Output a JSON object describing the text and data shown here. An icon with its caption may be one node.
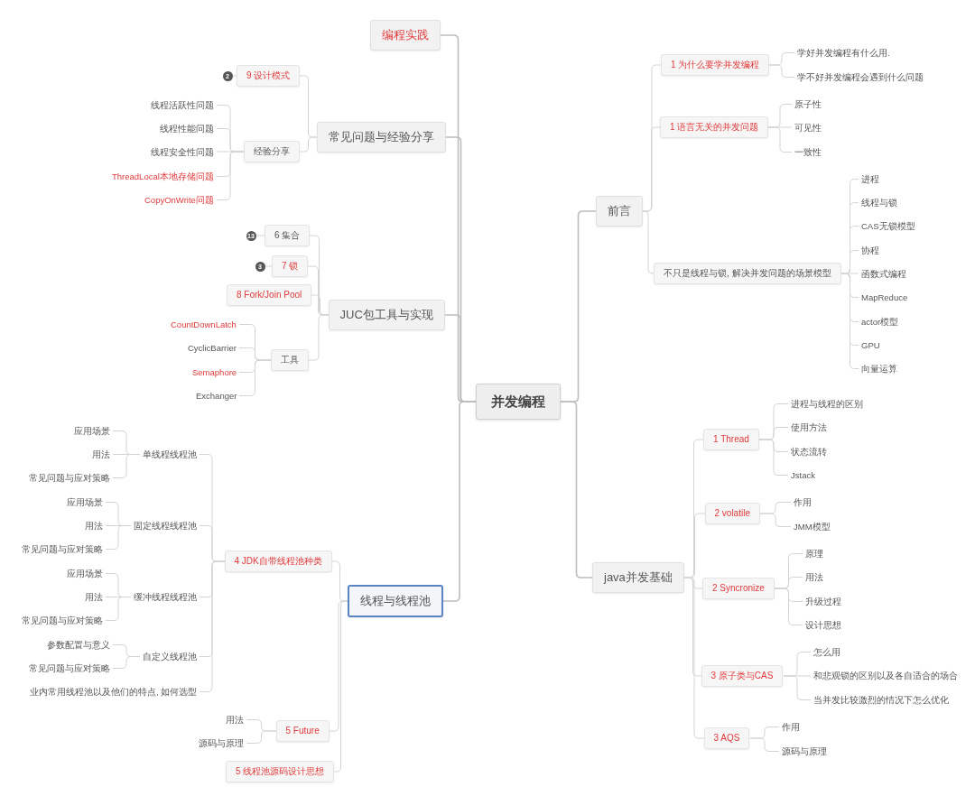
{
  "diagram": {
    "nodes": [
      {
        "text": [
          "并发编程"
        ]
      },
      {
        "text": [
          "编程实践"
        ]
      },
      {
        "text": [
          "常见问题与经验分享"
        ]
      },
      {
        "text": [
          "9 设计模式"
        ]
      },
      {
        "text": [
          "2"
        ]
      },
      {
        "text": [
          "经验分享"
        ]
      },
      {
        "text": [
          "线程活跃性问题"
        ]
      },
      {
        "text": [
          "线程性能问题"
        ]
      },
      {
        "text": [
          "线程安全性问题"
        ]
      },
      {
        "text": [
          "ThreadLocal本地存储问题"
        ]
      },
      {
        "text": [
          "CopyOnWrite问题"
        ]
      },
      {
        "text": [
          "JUC包工具与实现"
        ]
      },
      {
        "text": [
          "6 集合"
        ]
      },
      {
        "text": [
          "13"
        ]
      },
      {
        "text": [
          "7 锁"
        ]
      },
      {
        "text": [
          "3"
        ]
      },
      {
        "text": [
          "8 Fork/Join Pool"
        ]
      },
      {
        "text": [
          "工具"
        ]
      },
      {
        "text": [
          "CountDownLatch"
        ]
      },
      {
        "text": [
          "CyclicBarrier"
        ]
      },
      {
        "text": [
          "Semaphore"
        ]
      },
      {
        "text": [
          "Exchanger"
        ]
      },
      {
        "text": [
          "线程与线程池"
        ]
      },
      {
        "text": [
          "4 JDK自带线程池种类"
        ]
      },
      {
        "text": [
          "单线程线程池"
        ]
      },
      {
        "text": [
          "应用场景"
        ]
      },
      {
        "text": [
          "用法"
        ]
      },
      {
        "text": [
          "常见问题与应对策略"
        ]
      },
      {
        "text": [
          "固定线程线程池"
        ]
      },
      {
        "text": [
          "应用场景"
        ]
      },
      {
        "text": [
          "用法"
        ]
      },
      {
        "text": [
          "常见问题与应对策略"
        ]
      },
      {
        "text": [
          "缓冲线程线程池"
        ]
      },
      {
        "text": [
          "应用场景"
        ]
      },
      {
        "text": [
          "用法"
        ]
      },
      {
        "text": [
          "常见问题与应对策略"
        ]
      },
      {
        "text": [
          "自定义线程池"
        ]
      },
      {
        "text": [
          "参数配置与意义"
        ]
      },
      {
        "text": [
          "常见问题与应对策略"
        ]
      },
      {
        "text": [
          "业内常用线程池以及他们的特点, 如何选型"
        ]
      },
      {
        "text": [
          "5 Future"
        ]
      },
      {
        "text": [
          "用法"
        ]
      },
      {
        "text": [
          "源码与原理"
        ]
      },
      {
        "text": [
          "5 线程池源码设计思想"
        ]
      },
      {
        "text": [
          "前言"
        ]
      },
      {
        "text": [
          "1 为什么要学并发编程"
        ]
      },
      {
        "text": [
          "学好并发编程有什么用."
        ]
      },
      {
        "text": [
          "学不好并发编程会遇到什么问题"
        ]
      },
      {
        "text": [
          "1 语言无关的并发问题"
        ]
      },
      {
        "text": [
          "原子性"
        ]
      },
      {
        "text": [
          "可见性"
        ]
      },
      {
        "text": [
          "一致性"
        ]
      },
      {
        "text": [
          "不只是线程与锁, 解决并发问题的场景模型"
        ]
      },
      {
        "text": [
          "进程"
        ]
      },
      {
        "text": [
          "线程与锁"
        ]
      },
      {
        "text": [
          "CAS无锁模型"
        ]
      },
      {
        "text": [
          "协程"
        ]
      },
      {
        "text": [
          "函数式编程"
        ]
      },
      {
        "text": [
          "MapReduce"
        ]
      },
      {
        "text": [
          "actor模型"
        ]
      },
      {
        "text": [
          "GPU"
        ]
      },
      {
        "text": [
          "向量运算"
        ]
      },
      {
        "text": [
          "java并发基础"
        ]
      },
      {
        "text": [
          "1 Thread"
        ]
      },
      {
        "text": [
          "进程与线程的区别"
        ]
      },
      {
        "text": [
          "使用方法"
        ]
      },
      {
        "text": [
          "状态流转"
        ]
      },
      {
        "text": [
          "Jstack"
        ]
      },
      {
        "text": [
          "2 volatile"
        ]
      },
      {
        "text": [
          "作用"
        ]
      },
      {
        "text": [
          "JMM模型"
        ]
      },
      {
        "text": [
          "2 Syncronize"
        ]
      },
      {
        "text": [
          "原理"
        ]
      },
      {
        "text": [
          "用法"
        ]
      },
      {
        "text": [
          "升级过程"
        ]
      },
      {
        "text": [
          "设计思想"
        ]
      },
      {
        "text": [
          "3 原子类与CAS"
        ]
      },
      {
        "text": [
          "怎么用"
        ]
      },
      {
        "text": [
          "和悲观锁的区别以及各自适合的场合"
        ]
      },
      {
        "text": [
          "当并发比较激烈的情况下怎么优化"
        ]
      },
      {
        "text": [
          "3 AQS"
        ]
      },
      {
        "text": [
          "作用"
        ]
      },
      {
        "text": [
          "源码与原理"
        ]
      }
    ],
    "edges": [
      {
        "from": 0,
        "to": 1,
        "arrow": "none"
      },
      {
        "from": 0,
        "to": 2,
        "arrow": "none"
      },
      {
        "from": 0,
        "to": 11,
        "arrow": "none"
      },
      {
        "from": 0,
        "to": 22,
        "arrow": "none"
      },
      {
        "from": 0,
        "to": 44,
        "arrow": "none"
      },
      {
        "from": 0,
        "to": 62,
        "arrow": "none"
      },
      {
        "from": 2,
        "to": 3,
        "arrow": "none"
      },
      {
        "from": 3,
        "to": 4,
        "arrow": "none"
      },
      {
        "from": 2,
        "to": 5,
        "arrow": "none"
      },
      {
        "from": 5,
        "to": 6,
        "arrow": "none"
      },
      {
        "from": 5,
        "to": 7,
        "arrow": "none"
      },
      {
        "from": 5,
        "to": 8,
        "arrow": "none"
      },
      {
        "from": 5,
        "to": 9,
        "arrow": "none"
      },
      {
        "from": 5,
        "to": 10,
        "arrow": "none"
      },
      {
        "from": 11,
        "to": 12,
        "arrow": "none"
      },
      {
        "from": 12,
        "to": 13,
        "arrow": "none"
      },
      {
        "from": 11,
        "to": 14,
        "arrow": "none"
      },
      {
        "from": 14,
        "to": 15,
        "arrow": "none"
      },
      {
        "from": 11,
        "to": 16,
        "arrow": "none"
      },
      {
        "from": 11,
        "to": 17,
        "arrow": "none"
      },
      {
        "from": 17,
        "to": 18,
        "arrow": "none"
      },
      {
        "from": 17,
        "to": 19,
        "arrow": "none"
      },
      {
        "from": 17,
        "to": 20,
        "arrow": "none"
      },
      {
        "from": 17,
        "to": 21,
        "arrow": "none"
      },
      {
        "from": 22,
        "to": 23,
        "arrow": "none"
      },
      {
        "from": 23,
        "to": 24,
        "arrow": "none"
      },
      {
        "from": 24,
        "to": 25,
        "arrow": "none"
      },
      {
        "from": 24,
        "to": 26,
        "arrow": "none"
      },
      {
        "from": 24,
        "to": 27,
        "arrow": "none"
      },
      {
        "from": 23,
        "to": 28,
        "arrow": "none"
      },
      {
        "from": 28,
        "to": 29,
        "arrow": "none"
      },
      {
        "from": 28,
        "to": 30,
        "arrow": "none"
      },
      {
        "from": 28,
        "to": 31,
        "arrow": "none"
      },
      {
        "from": 23,
        "to": 32,
        "arrow": "none"
      },
      {
        "from": 32,
        "to": 33,
        "arrow": "none"
      },
      {
        "from": 32,
        "to": 34,
        "arrow": "none"
      },
      {
        "from": 32,
        "to": 35,
        "arrow": "none"
      },
      {
        "from": 23,
        "to": 36,
        "arrow": "none"
      },
      {
        "from": 36,
        "to": 37,
        "arrow": "none"
      },
      {
        "from": 36,
        "to": 38,
        "arrow": "none"
      },
      {
        "from": 23,
        "to": 39,
        "arrow": "none"
      },
      {
        "from": 22,
        "to": 40,
        "arrow": "none"
      },
      {
        "from": 40,
        "to": 41,
        "arrow": "none"
      },
      {
        "from": 40,
        "to": 42,
        "arrow": "none"
      },
      {
        "from": 22,
        "to": 43,
        "arrow": "none"
      },
      {
        "from": 44,
        "to": 45,
        "arrow": "none"
      },
      {
        "from": 45,
        "to": 46,
        "arrow": "none"
      },
      {
        "from": 45,
        "to": 47,
        "arrow": "none"
      },
      {
        "from": 44,
        "to": 48,
        "arrow": "none"
      },
      {
        "from": 48,
        "to": 49,
        "arrow": "none"
      },
      {
        "from": 48,
        "to": 50,
        "arrow": "none"
      },
      {
        "from": 48,
        "to": 51,
        "arrow": "none"
      },
      {
        "from": 44,
        "to": 52,
        "arrow": "none"
      },
      {
        "from": 52,
        "to": 53,
        "arrow": "none"
      },
      {
        "from": 52,
        "to": 54,
        "arrow": "none"
      },
      {
        "from": 52,
        "to": 55,
        "arrow": "none"
      },
      {
        "from": 52,
        "to": 56,
        "arrow": "none"
      },
      {
        "from": 52,
        "to": 57,
        "arrow": "none"
      },
      {
        "from": 52,
        "to": 58,
        "arrow": "none"
      },
      {
        "from": 52,
        "to": 59,
        "arrow": "none"
      },
      {
        "from": 52,
        "to": 60,
        "arrow": "none"
      },
      {
        "from": 52,
        "to": 61,
        "arrow": "none"
      },
      {
        "from": 62,
        "to": 63,
        "arrow": "none"
      },
      {
        "from": 63,
        "to": 64,
        "arrow": "none"
      },
      {
        "from": 63,
        "to": 65,
        "arrow": "none"
      },
      {
        "from": 63,
        "to": 66,
        "arrow": "none"
      },
      {
        "from": 63,
        "to": 67,
        "arrow": "none"
      },
      {
        "from": 62,
        "to": 68,
        "arrow": "none"
      },
      {
        "from": 68,
        "to": 69,
        "arrow": "none"
      },
      {
        "from": 68,
        "to": 70,
        "arrow": "none"
      },
      {
        "from": 62,
        "to": 71,
        "arrow": "none"
      },
      {
        "from": 71,
        "to": 72,
        "arrow": "none"
      },
      {
        "from": 71,
        "to": 73,
        "arrow": "none"
      },
      {
        "from": 71,
        "to": 74,
        "arrow": "none"
      },
      {
        "from": 71,
        "to": 75,
        "arrow": "none"
      },
      {
        "from": 62,
        "to": 76,
        "arrow": "none"
      },
      {
        "from": 76,
        "to": 77,
        "arrow": "none"
      },
      {
        "from": 76,
        "to": 78,
        "arrow": "none"
      },
      {
        "from": 76,
        "to": 79,
        "arrow": "none"
      },
      {
        "from": 62,
        "to": 80,
        "arrow": "none"
      },
      {
        "from": 80,
        "to": 81,
        "arrow": "none"
      },
      {
        "from": 80,
        "to": 82,
        "arrow": "none"
      }
    ]
  }
}
